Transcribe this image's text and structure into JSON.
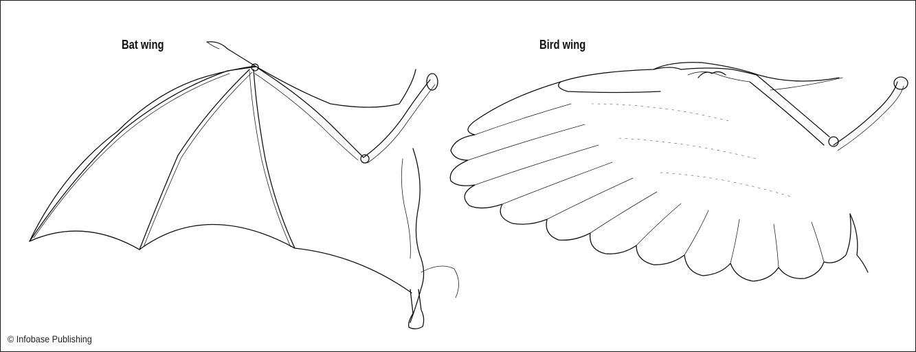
{
  "labels": {
    "bat": "Bat wing",
    "bird": "Bird wing"
  },
  "credit": "© Infobase Publishing"
}
